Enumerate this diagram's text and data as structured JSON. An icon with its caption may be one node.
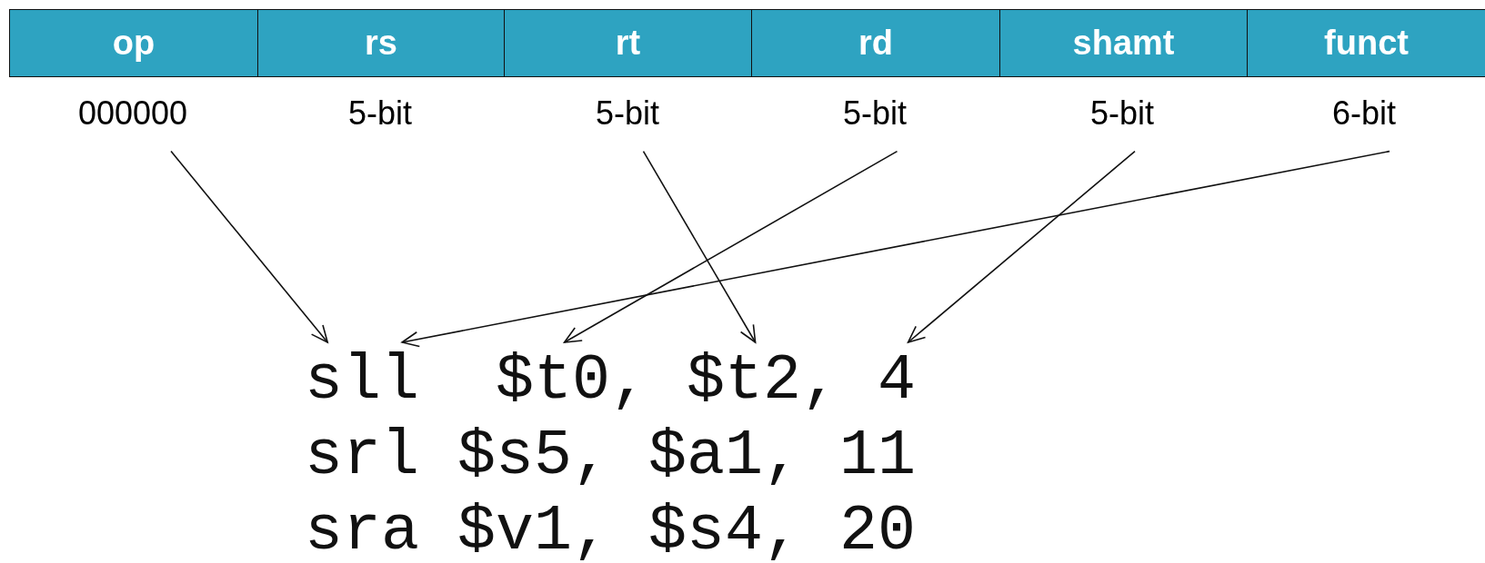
{
  "diagram": {
    "nodes": [
      {
        "text": [
          "op"
        ]
      },
      {
        "text": [
          "rs"
        ]
      },
      {
        "text": [
          "rt"
        ]
      },
      {
        "text": [
          "rd"
        ]
      },
      {
        "text": [
          "shamt"
        ]
      },
      {
        "text": [
          "funct"
        ]
      },
      {
        "text": [
          "000000"
        ]
      },
      {
        "text": [
          "5-bit"
        ]
      },
      {
        "text": [
          "5-bit"
        ]
      },
      {
        "text": [
          "5-bit"
        ]
      },
      {
        "text": [
          "5-bit"
        ]
      },
      {
        "text": [
          "6-bit"
        ]
      },
      {
        "text": [
          "sll"
        ]
      },
      {
        "text": [
          "$t0,"
        ]
      },
      {
        "text": [
          "$t2,"
        ]
      },
      {
        "text": [
          "4"
        ]
      }
    ],
    "edges": [
      {
        "from": 6,
        "to": 12,
        "arrow": "to"
      },
      {
        "from": 11,
        "to": 12,
        "arrow": "to"
      },
      {
        "from": 9,
        "to": 13,
        "arrow": "to"
      },
      {
        "from": 8,
        "to": 14,
        "arrow": "to"
      },
      {
        "from": 10,
        "to": 15,
        "arrow": "to"
      }
    ],
    "labels": [
      "srl $s5, $a1, 11",
      "sra $v1, $s4, 20"
    ]
  }
}
